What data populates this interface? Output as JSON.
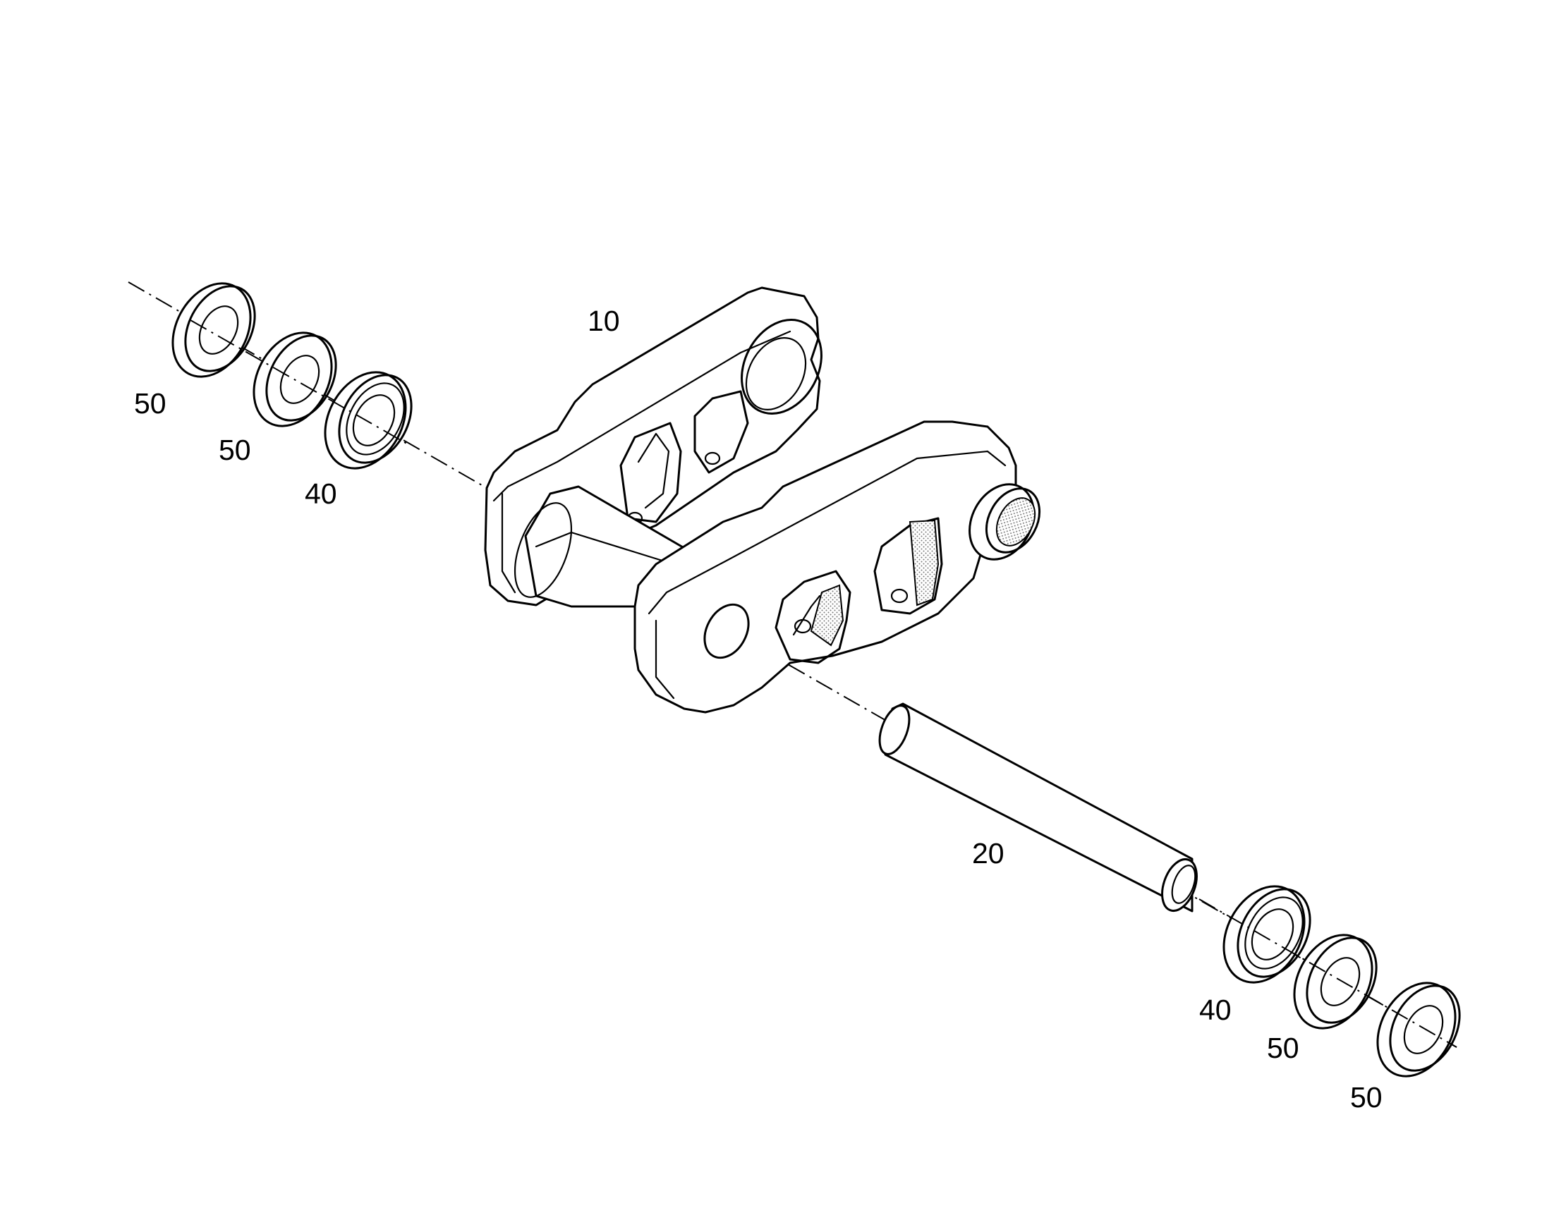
{
  "diagram": {
    "callouts": [
      {
        "id": "c-50-a",
        "text": "50"
      },
      {
        "id": "c-50-b",
        "text": "50"
      },
      {
        "id": "c-40-a",
        "text": "40"
      },
      {
        "id": "c-10",
        "text": "10"
      },
      {
        "id": "c-20",
        "text": "20"
      },
      {
        "id": "c-40-b",
        "text": "40"
      },
      {
        "id": "c-50-c",
        "text": "50"
      },
      {
        "id": "c-50-d",
        "text": "50"
      }
    ]
  }
}
